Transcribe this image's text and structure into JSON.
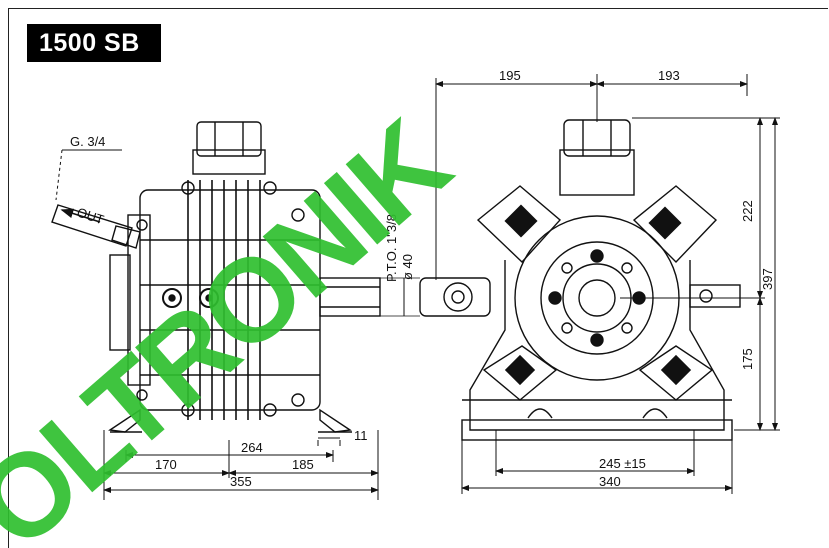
{
  "header": {
    "model": "1500 SB"
  },
  "watermark": {
    "text": "OLTRONIK",
    "color": "#2fbf2f"
  },
  "labels": {
    "inlet_thread": "G. 3/4",
    "arrow_text": "OUT",
    "pto": "P.T.O. 1\"3/8",
    "pto_diameter": "ø 40"
  },
  "dimensions": {
    "side_view": {
      "overall_length": "355",
      "front_part": "170",
      "rear_part": "185",
      "mount_spacing": "264",
      "foot_offset": "11"
    },
    "front_view": {
      "left_width": "195",
      "right_width": "193",
      "upper_height": "222",
      "overall_height": "397",
      "lower_height": "175",
      "base_width": "340",
      "mount_spacing": "245 ±15"
    }
  }
}
